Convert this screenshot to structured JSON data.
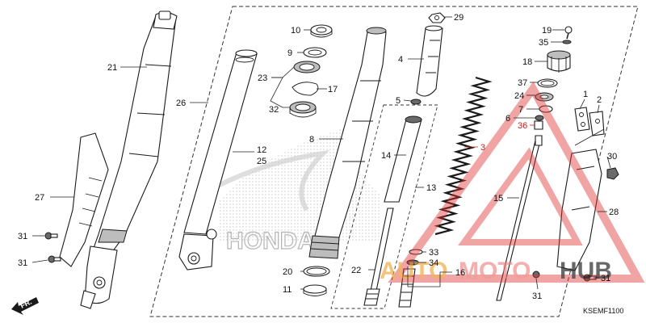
{
  "diagram": {
    "reference_code": "KSEMF1100",
    "direction_label": "FR.",
    "watermark": {
      "text_part1": "AUTO",
      "text_part2": "MOTO",
      "text_part3": "HUB",
      "brand_background": "HONDA",
      "colors": {
        "orange": "#f0a030",
        "red": "#e03030",
        "pink": "#f28080",
        "dark": "#222222"
      }
    },
    "callouts": [
      {
        "id": "c21",
        "text": "21"
      },
      {
        "id": "c26",
        "text": "26"
      },
      {
        "id": "c27",
        "text": "27"
      },
      {
        "id": "c31a",
        "text": "31"
      },
      {
        "id": "c31b",
        "text": "31"
      },
      {
        "id": "c10",
        "text": "10"
      },
      {
        "id": "c9",
        "text": "9"
      },
      {
        "id": "c23",
        "text": "23"
      },
      {
        "id": "c17",
        "text": "17"
      },
      {
        "id": "c32",
        "text": "32"
      },
      {
        "id": "c12",
        "text": "12"
      },
      {
        "id": "c25",
        "text": "25"
      },
      {
        "id": "c20",
        "text": "20"
      },
      {
        "id": "c11",
        "text": "11"
      },
      {
        "id": "c22",
        "text": "22"
      },
      {
        "id": "c8",
        "text": "8"
      },
      {
        "id": "c29",
        "text": "29"
      },
      {
        "id": "c4",
        "text": "4"
      },
      {
        "id": "c5",
        "text": "5"
      },
      {
        "id": "c14",
        "text": "14"
      },
      {
        "id": "c13",
        "text": "13"
      },
      {
        "id": "c3",
        "text": "3"
      },
      {
        "id": "c33",
        "text": "33"
      },
      {
        "id": "c34",
        "text": "34"
      },
      {
        "id": "c16",
        "text": "16"
      },
      {
        "id": "c19",
        "text": "19"
      },
      {
        "id": "c35",
        "text": "35"
      },
      {
        "id": "c18",
        "text": "18"
      },
      {
        "id": "c37",
        "text": "37"
      },
      {
        "id": "c24",
        "text": "24"
      },
      {
        "id": "c7",
        "text": "7"
      },
      {
        "id": "c6",
        "text": "6"
      },
      {
        "id": "c36",
        "text": "36"
      },
      {
        "id": "c15",
        "text": "15"
      },
      {
        "id": "c1",
        "text": "1"
      },
      {
        "id": "c2",
        "text": "2"
      },
      {
        "id": "c30",
        "text": "30"
      },
      {
        "id": "c28",
        "text": "28"
      },
      {
        "id": "c31c",
        "text": "31"
      },
      {
        "id": "c31d",
        "text": "31"
      }
    ]
  }
}
